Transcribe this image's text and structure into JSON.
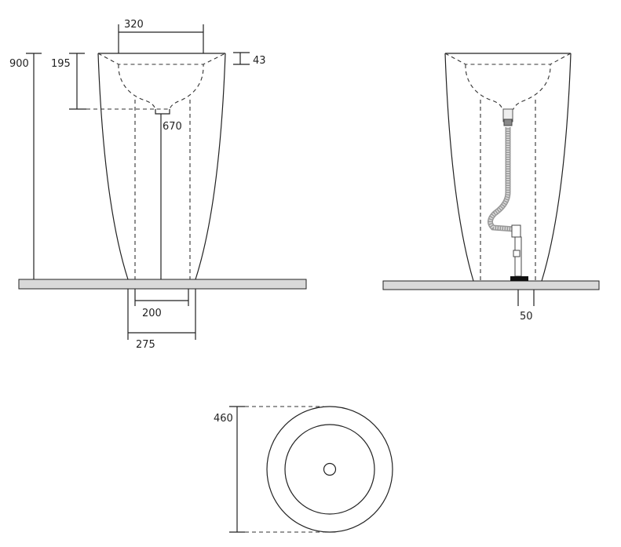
{
  "front_view": {
    "height_total": "900",
    "bowl_depth": "195",
    "bowl_width": "320",
    "rim_thickness": "43",
    "drain_height": "670",
    "inner_base_width": "200",
    "outer_base_width": "275"
  },
  "side_view": {
    "waste_width": "50"
  },
  "plan_view": {
    "diameter": "460"
  }
}
